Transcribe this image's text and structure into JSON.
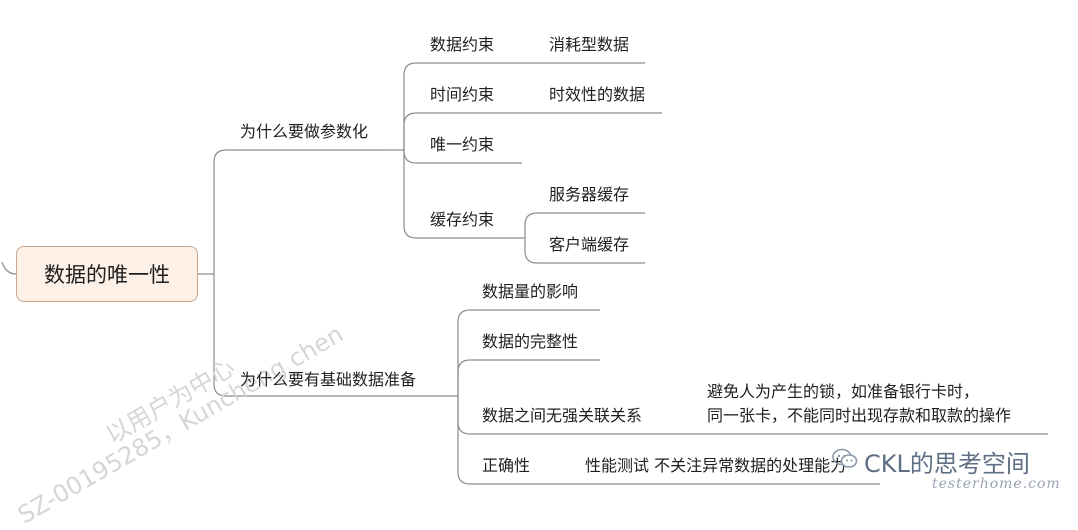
{
  "root": "数据的唯一性",
  "branch1": {
    "label": "为什么要做参数化",
    "children": [
      {
        "label": "数据约束",
        "child": "消耗型数据"
      },
      {
        "label": "时间约束",
        "child": "时效性的数据"
      },
      {
        "label": "唯一约束"
      },
      {
        "label": "缓存约束",
        "children": [
          "服务器缓存",
          "客户端缓存"
        ]
      }
    ]
  },
  "branch2": {
    "label": "为什么要有基础数据准备",
    "children": [
      {
        "label": "数据量的影响"
      },
      {
        "label": "数据的完整性"
      },
      {
        "label": "数据之间无强关联关系",
        "note_line1": "避免人为产生的锁，如准备银行卡时，",
        "note_line2": "同一张卡，不能同时出现存款和取款的操作"
      },
      {
        "label": "正确性",
        "child": "性能测试 不关注异常数据的处理能力"
      }
    ]
  },
  "watermark": {
    "line1": "以用户为中心",
    "line2": "SZ-00195285，Kuncheng chen"
  },
  "brand": {
    "icon": "wechat-icon",
    "name": "CKL的思考空间",
    "site": "testerhome.com"
  },
  "colors": {
    "line": "#8c8c8c",
    "root_fill": "#fdf0e6",
    "root_border": "#c9a78f",
    "text": "#1f1f1f"
  }
}
